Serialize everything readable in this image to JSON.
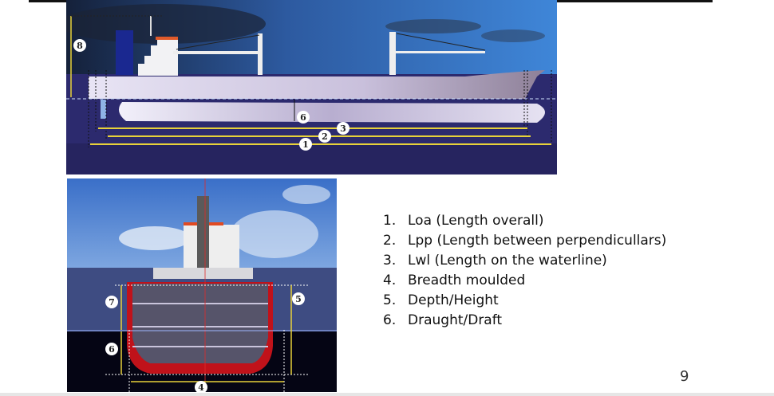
{
  "slide": {
    "page_number": "9",
    "legend": [
      {
        "num": "1.",
        "label": "Loa (Length overall)"
      },
      {
        "num": "2.",
        "label": "Lpp (Length between perpendicullars)"
      },
      {
        "num": "3.",
        "label": "Lwl (Length on the waterline)"
      },
      {
        "num": "4.",
        "label": "Breadth moulded"
      },
      {
        "num": "5.",
        "label": "Depth/Height"
      },
      {
        "num": "6.",
        "label": "Draught/Draft"
      }
    ],
    "side_view": {
      "markers": [
        "8",
        "6",
        "3",
        "2",
        "1"
      ]
    },
    "front_view": {
      "markers": [
        "7",
        "5",
        "6",
        "4"
      ]
    },
    "colors": {
      "dimension_line": "#e8d23a",
      "hull": "#d8d4e8",
      "sea_dark": "#2a2870",
      "sky": "#3a7fd0",
      "hull_red": "#c0121a"
    }
  }
}
